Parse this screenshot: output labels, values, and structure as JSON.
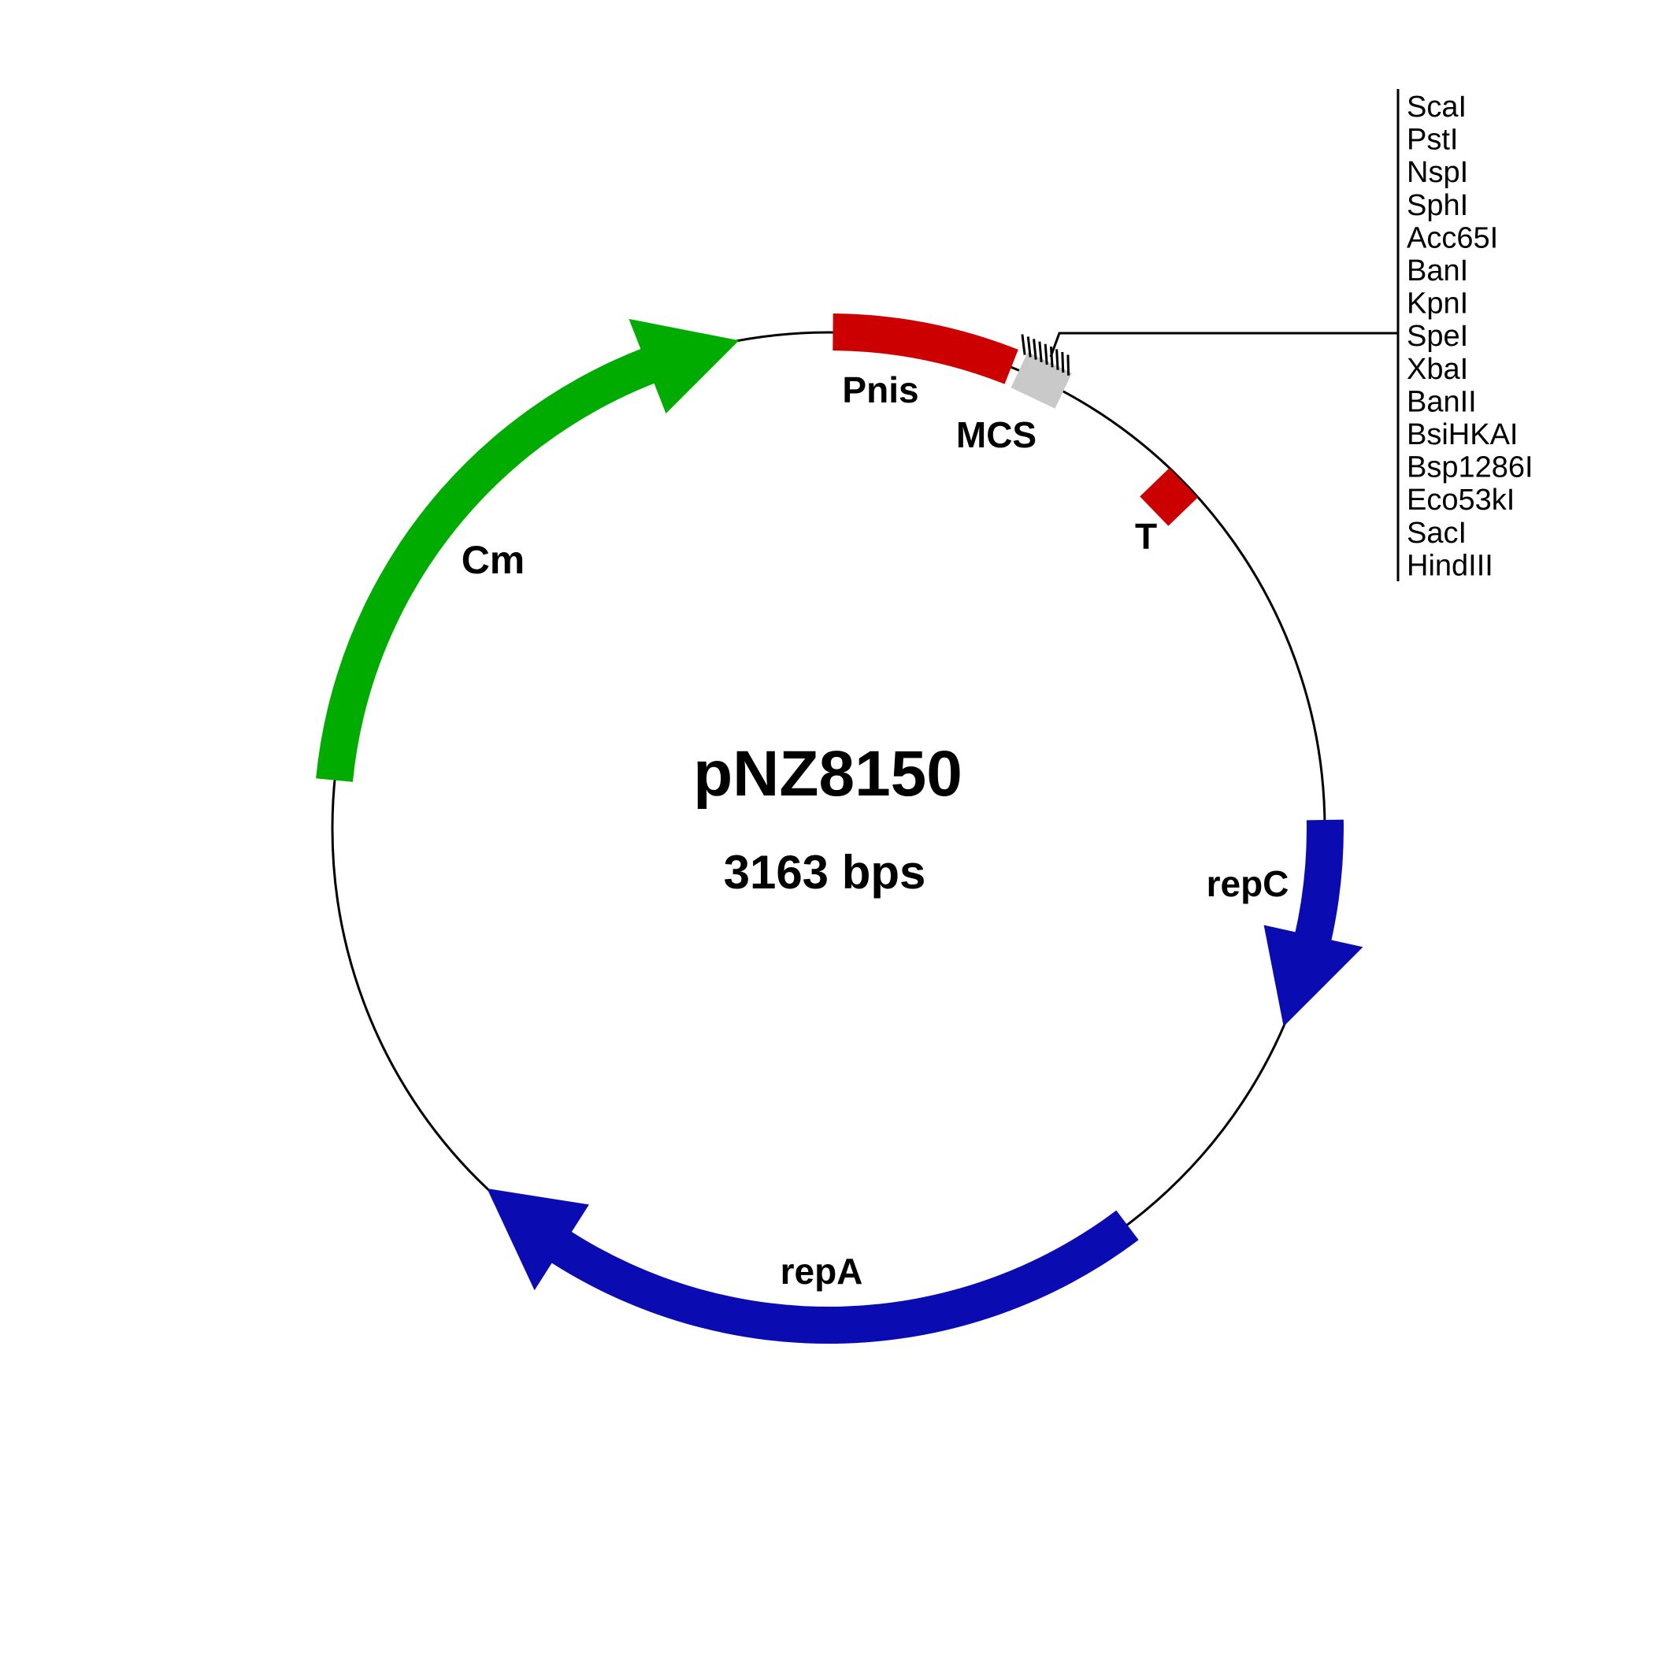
{
  "plasmid": {
    "name": "pNZ8150",
    "size_label": "3163 bps"
  },
  "colors": {
    "gene_green": "#00AC00",
    "feature_red": "#CC0000",
    "rep_blue": "#0B0BB2",
    "mcs_gray": "#C9C9C9",
    "backbone_black": "#000000"
  },
  "features": [
    {
      "label": "Cm",
      "type": "gene-arrow",
      "color_key": "gene_green",
      "band_start_deg": 275.6,
      "band_end_deg": 339.0,
      "head_start_deg": 338.6,
      "head_tip_deg": 349.6,
      "direction": "clockwise"
    },
    {
      "label": "Pnis",
      "type": "promoter-band",
      "color_key": "feature_red",
      "band_start_deg": 0.5,
      "band_end_deg": 21.6
    },
    {
      "label": "MCS",
      "type": "mcs-box",
      "color_key": "mcs_gray",
      "center_deg": 25.4
    },
    {
      "label": "T",
      "type": "terminator-diamond",
      "color_key": "feature_red",
      "center_deg": 46.0
    },
    {
      "label": "repC",
      "type": "gene-arrow",
      "color_key": "rep_blue",
      "band_start_deg": 89.0,
      "band_end_deg": 103.0,
      "head_start_deg": 102.5,
      "head_tip_deg": 113.5,
      "direction": "clockwise"
    },
    {
      "label": "repA",
      "type": "gene-arrow",
      "color_key": "rep_blue",
      "band_start_deg": 143.0,
      "band_end_deg": 213.5,
      "head_start_deg": 212.5,
      "head_tip_deg": 223.5,
      "direction": "clockwise"
    }
  ],
  "enzyme_list": {
    "items": [
      "ScaI",
      "PstI",
      "NspI",
      "SphI",
      "Acc65I",
      "BanI",
      "KpnI",
      "SpeI",
      "XbaI",
      "BanII",
      "BsiHKAI",
      "Bsp1286I",
      "Eco53kI",
      "SacI",
      "HindIII"
    ]
  }
}
